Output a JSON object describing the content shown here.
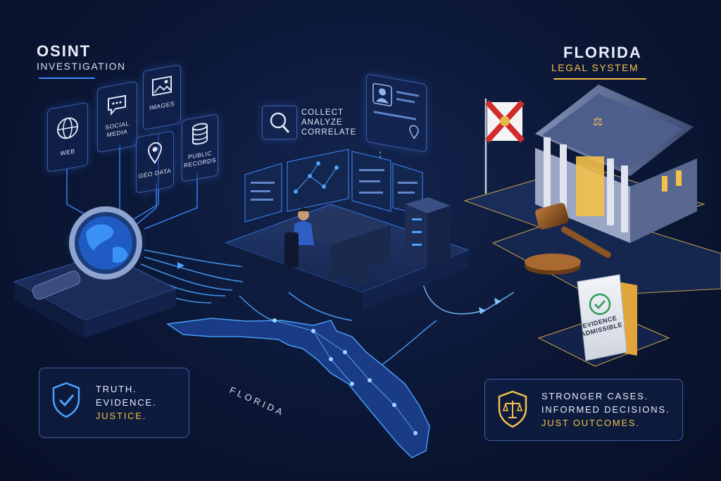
{
  "osint": {
    "title": "OSINT",
    "subtitle": "INVESTIGATION"
  },
  "florida": {
    "title": "FLORIDA",
    "subtitle": "LEGAL SYSTEM"
  },
  "sources": [
    {
      "label": "WEB",
      "icon": "globe-icon"
    },
    {
      "label": "SOCIAL\nMEDIA",
      "icon": "chat-bubble-icon"
    },
    {
      "label": "IMAGES",
      "icon": "image-icon"
    },
    {
      "label": "GEO DATA",
      "icon": "location-pin-icon"
    },
    {
      "label": "PUBLIC\nRECORDS",
      "icon": "database-icon"
    }
  ],
  "process": {
    "step1": "COLLECT",
    "step2": "ANALYZE",
    "step3": "CORRELATE"
  },
  "map_label": "FLORIDA",
  "evidence": {
    "line1": "EVIDENCE",
    "line2": "ADMISSIBLE"
  },
  "left_callout": {
    "line1": "TRUTH.",
    "line2": "EVIDENCE.",
    "line3": "JUSTICE."
  },
  "right_callout": {
    "line1": "STRONGER CASES.",
    "line2": "INFORMED DECISIONS.",
    "line3": "JUST OUTCOMES."
  },
  "colors": {
    "accent_blue": "#3d8bff",
    "accent_gold": "#f4c04a",
    "background": "#0a1530",
    "text": "#e9eef8"
  }
}
